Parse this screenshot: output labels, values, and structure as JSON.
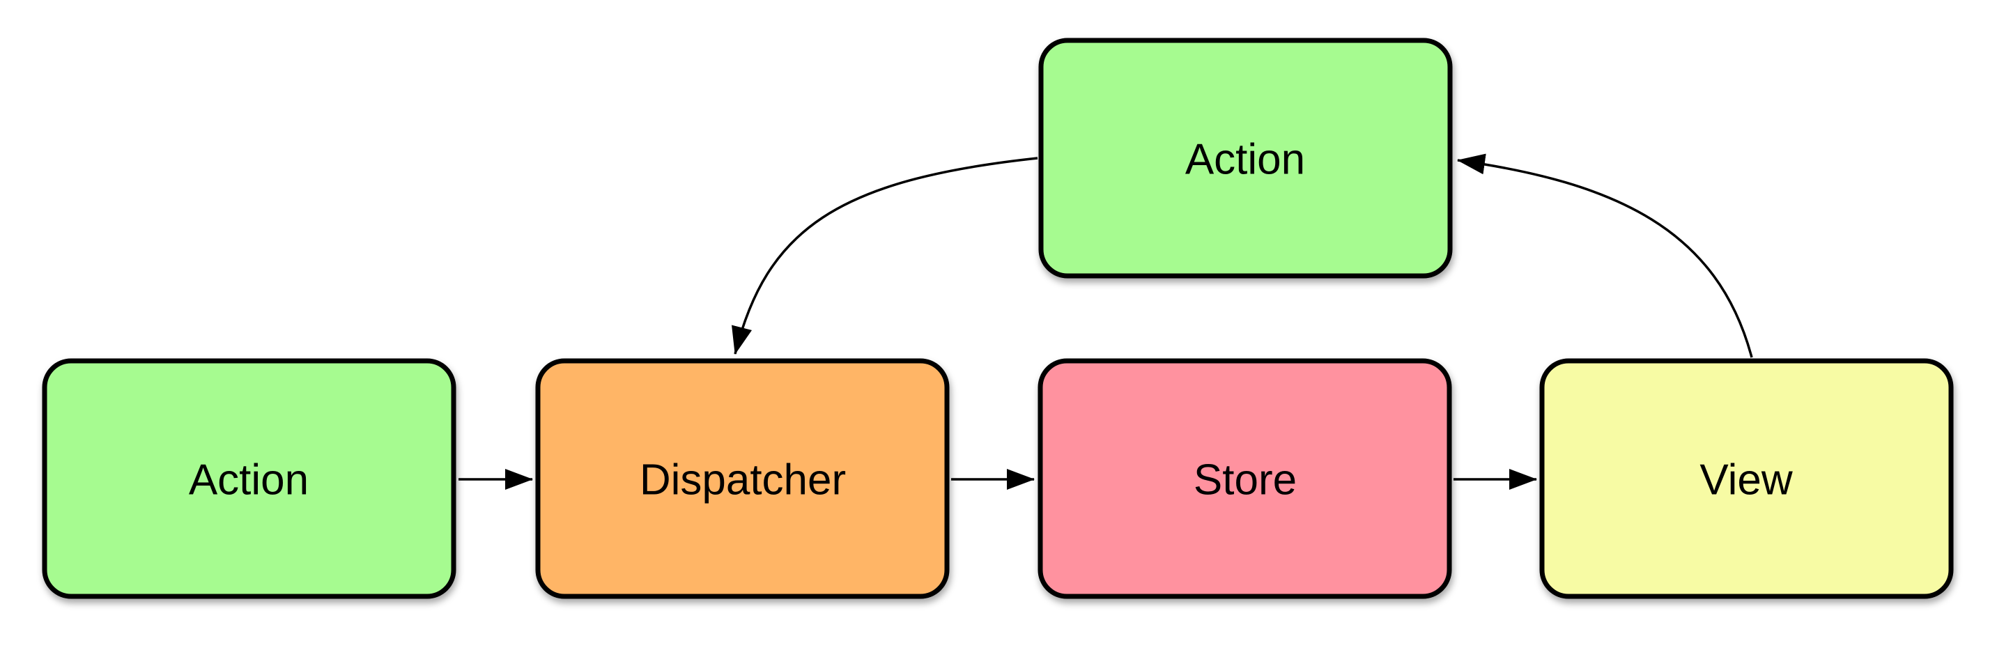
{
  "diagram": {
    "nodes": [
      {
        "id": "action-top",
        "label": "Action",
        "color": "#a6fb90"
      },
      {
        "id": "action-left",
        "label": "Action",
        "color": "#a6fb90"
      },
      {
        "id": "dispatcher",
        "label": "Dispatcher",
        "color": "#ffb566"
      },
      {
        "id": "store",
        "label": "Store",
        "color": "#ff929f"
      },
      {
        "id": "view",
        "label": "View",
        "color": "#f7fba4"
      }
    ],
    "edges": [
      {
        "from": "action-left",
        "to": "dispatcher"
      },
      {
        "from": "dispatcher",
        "to": "store"
      },
      {
        "from": "store",
        "to": "view"
      },
      {
        "from": "view",
        "to": "action-top"
      },
      {
        "from": "action-top",
        "to": "dispatcher"
      }
    ]
  }
}
